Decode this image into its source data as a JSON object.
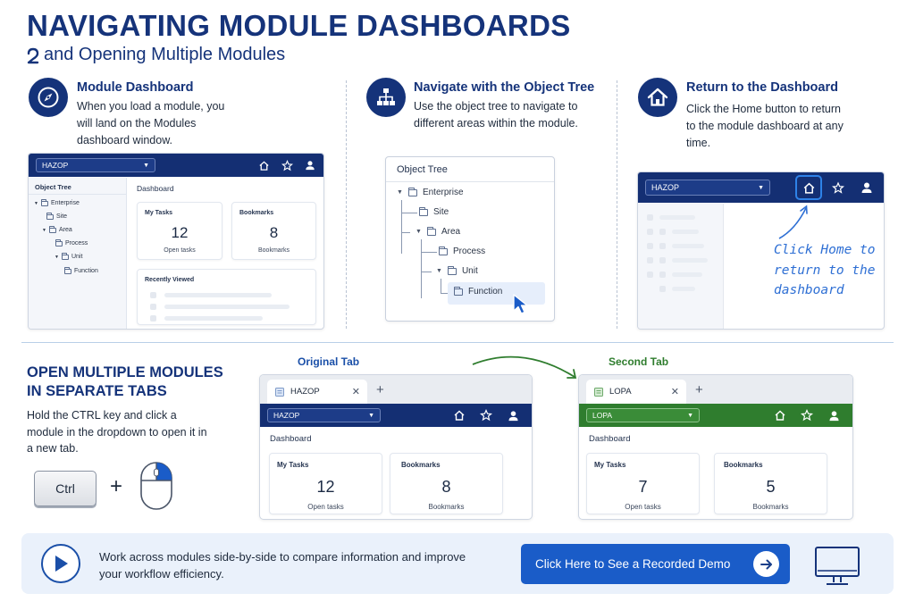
{
  "header": {
    "title": "NAVIGATING MODULE DASHBOARDS",
    "subtitle": "and Opening Multiple Modules"
  },
  "steps": [
    {
      "icon": "compass-icon",
      "heading": "Module Dashboard",
      "description": "When you load a module, you will land on the Modules dashboard window."
    },
    {
      "icon": "hierarchy-icon",
      "heading": "Navigate with the Object Tree",
      "description": "Use the object tree to navigate to different areas within the module."
    },
    {
      "icon": "home-icon",
      "heading": "Return to the Dashboard",
      "description": "Click the Home button to return to the module dashboard at any time."
    }
  ],
  "dashboard_preview": {
    "module": "HAZOP",
    "tree_title": "Object Tree",
    "tree_items": [
      "Enterprise",
      "Site",
      "Area",
      "Process",
      "Unit",
      "Function"
    ],
    "section_title": "Dashboard",
    "cards": [
      {
        "title": "My Tasks",
        "value": "12",
        "caption": "Open tasks"
      },
      {
        "title": "Bookmarks",
        "value": "8",
        "caption": "Bookmarks"
      }
    ],
    "recent_title": "Recently Viewed"
  },
  "object_tree_panel": {
    "title": "Object Tree",
    "items": [
      "Enterprise",
      "Site",
      "Area",
      "Process",
      "Unit",
      "Function"
    ]
  },
  "home_preview": {
    "module": "HAZOP",
    "annotation": [
      "Click Home to",
      "return to the",
      "dashboard"
    ]
  },
  "open_multiple": {
    "title": "OPEN MULTIPLE MODULES IN SEPARATE TABS",
    "description": "Hold the CTRL key and click a module in the dropdown to open it in a new tab.",
    "key_label": "Ctrl",
    "plus": "+"
  },
  "tabs": [
    {
      "label": "Original Tab",
      "label_color": "#1a4fa8",
      "tab_name": "HAZOP",
      "module": "HAZOP",
      "theme": "blue",
      "section_title": "Dashboard",
      "cards": [
        {
          "title": "My Tasks",
          "value": "12",
          "caption": "Open tasks"
        },
        {
          "title": "Bookmarks",
          "value": "8",
          "caption": "Bookmarks"
        }
      ]
    },
    {
      "label": "Second Tab",
      "label_color": "#2f7d2e",
      "tab_name": "LOPA",
      "module": "LOPA",
      "theme": "green",
      "section_title": "Dashboard",
      "cards": [
        {
          "title": "My Tasks",
          "value": "7",
          "caption": "Open tasks"
        },
        {
          "title": "Bookmarks",
          "value": "5",
          "caption": "Bookmarks"
        }
      ]
    }
  ],
  "banner": {
    "text": "Work across modules side-by-side to compare information and improve your workflow efficiency.",
    "button_label": "Click Here to See a Recorded Demo"
  },
  "colors": {
    "navy": "#15337a",
    "topbar_blue": "#142f73",
    "topbar_green": "#2f7d2e",
    "button_blue": "#1a5cc8",
    "banner_bg": "#eaf1fb"
  }
}
